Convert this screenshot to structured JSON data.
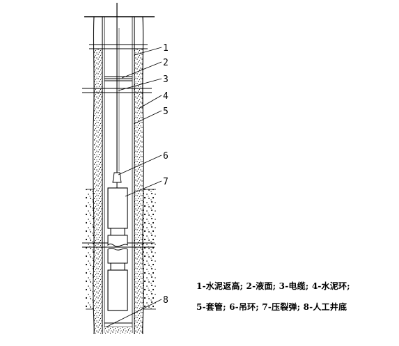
{
  "callouts": [
    "1",
    "2",
    "3",
    "4",
    "5",
    "6",
    "7",
    "8"
  ],
  "legend": {
    "line1": "1-水泥返高; 2-液面; 3-电缆; 4-水泥环;",
    "line2": "5-套管; 6-吊环; 7-压裂弹; 8-人工井底"
  },
  "colors": {
    "ink": "#000000",
    "background": "#ffffff"
  }
}
